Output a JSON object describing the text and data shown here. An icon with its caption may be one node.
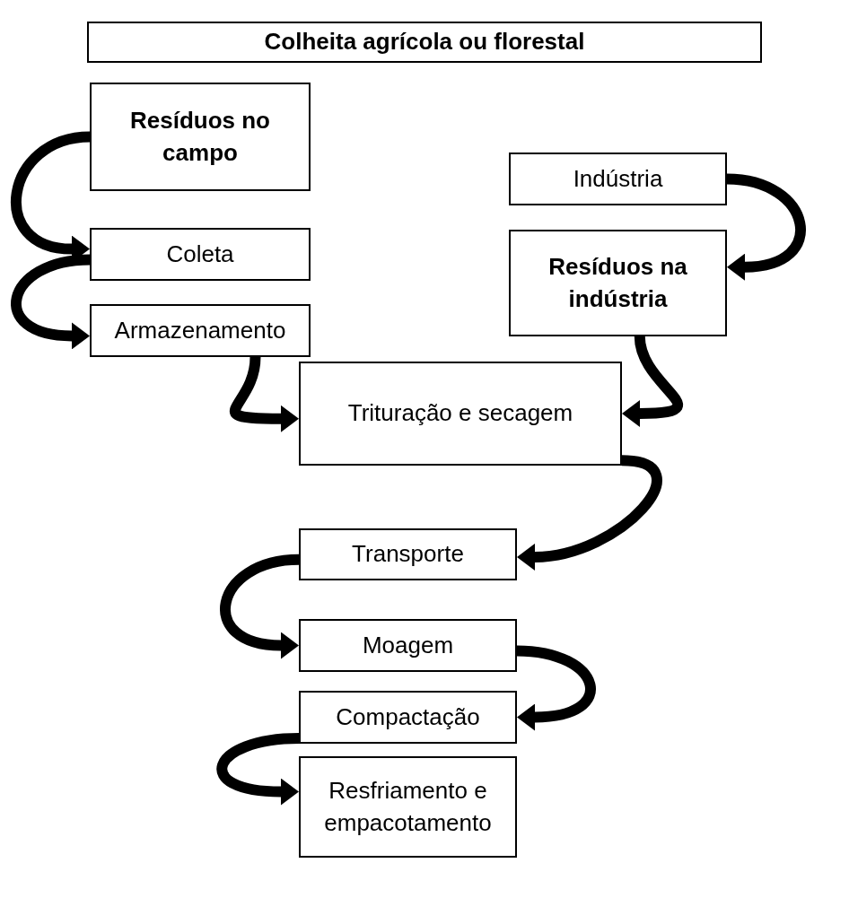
{
  "diagram": {
    "nodes": [
      {
        "text": [
          "Colheita agrícola ou florestal"
        ]
      },
      {
        "text": [
          "Resíduos no campo"
        ]
      },
      {
        "text": [
          "Coleta"
        ]
      },
      {
        "text": [
          "Armazenamento"
        ]
      },
      {
        "text": [
          "Indústria"
        ]
      },
      {
        "text": [
          "Resíduos na indústria"
        ]
      },
      {
        "text": [
          "Trituração e secagem"
        ]
      },
      {
        "text": [
          "Transporte"
        ]
      },
      {
        "text": [
          "Moagem"
        ]
      },
      {
        "text": [
          "Compactação"
        ]
      },
      {
        "text": [
          "Resfriamento e empacotamento"
        ]
      }
    ],
    "edges": [
      {
        "from": 1,
        "to": 2,
        "arrow": "to"
      },
      {
        "from": 2,
        "to": 3,
        "arrow": "to"
      },
      {
        "from": 3,
        "to": 6,
        "arrow": "to"
      },
      {
        "from": 4,
        "to": 5,
        "arrow": "to"
      },
      {
        "from": 5,
        "to": 6,
        "arrow": "to"
      },
      {
        "from": 6,
        "to": 7,
        "arrow": "to"
      },
      {
        "from": 7,
        "to": 8,
        "arrow": "to"
      },
      {
        "from": 8,
        "to": 9,
        "arrow": "to"
      },
      {
        "from": 9,
        "to": 10,
        "arrow": "to"
      }
    ]
  }
}
